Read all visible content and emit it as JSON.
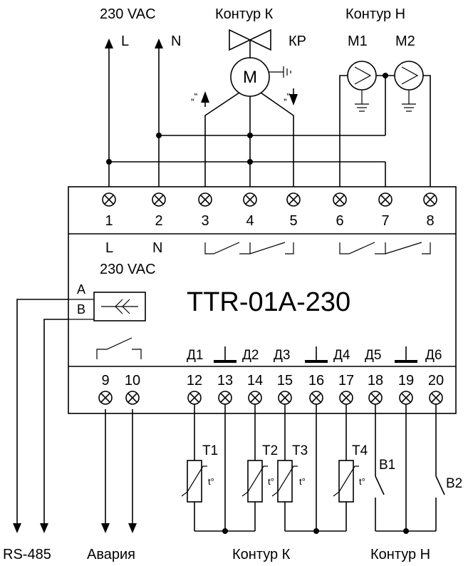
{
  "power": {
    "supply_label": "230 VAC",
    "line_label": "L",
    "neutral_label": "N"
  },
  "circuits": {
    "k_label": "Контур К",
    "h_label": "Контур Н",
    "valve_label": "КР",
    "motor_label": "M",
    "valve_dir_open": "„“",
    "valve_dir_close": "„“",
    "pump1_label": "M1",
    "pump2_label": "M2"
  },
  "device": {
    "model": "TTR-01A-230",
    "supply_text": "230 VAC",
    "L_text": "L",
    "N_text": "N",
    "rs485_a": "A",
    "rs485_b": "B",
    "top_terminals": [
      "1",
      "2",
      "3",
      "4",
      "5",
      "6",
      "7",
      "8"
    ],
    "bottom_terminals": [
      "9",
      "10",
      "12",
      "13",
      "14",
      "15",
      "16",
      "17",
      "18",
      "19",
      "20"
    ],
    "inputs": [
      "Д1",
      "Д2",
      "Д3",
      "Д4",
      "Д5",
      "Д6"
    ]
  },
  "sensors": {
    "t1": "T1",
    "t2": "T2",
    "t3": "T3",
    "t4": "T4",
    "temp_symbol": "t°",
    "b1": "B1",
    "b2": "B2"
  },
  "bottom_labels": {
    "rs485": "RS-485",
    "alarm": "Авария",
    "circuit_k": "Контур К",
    "circuit_h": "Контур Н"
  }
}
